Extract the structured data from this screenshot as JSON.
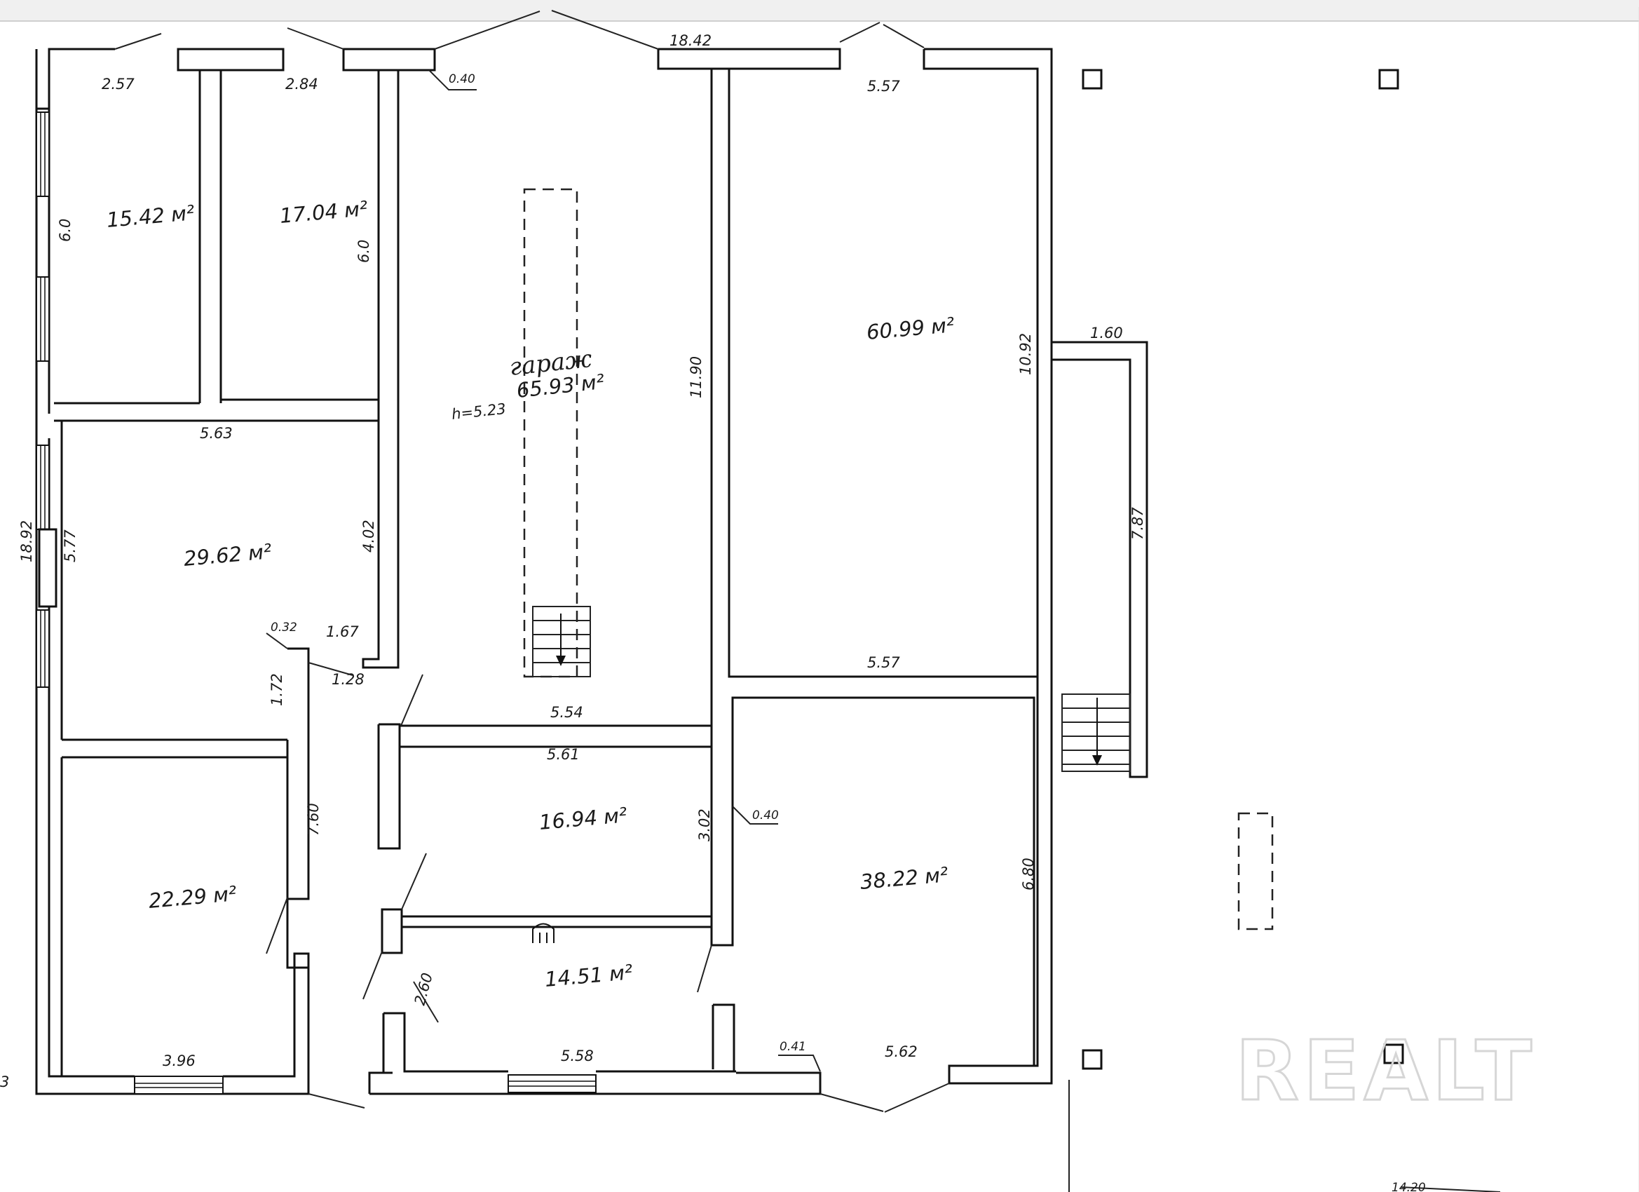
{
  "plan": {
    "garage": {
      "name": "гараж",
      "area": "65.93 м²",
      "height": "h=5.23"
    },
    "rooms": {
      "r1": "15.42 м²",
      "r2": "17.04 м²",
      "r3": "29.62 м²",
      "r4": "22.29 м²",
      "r5": "60.99 м²",
      "r6": "16.94 м²",
      "r7": "14.51 м²",
      "r8": "38.22 м²"
    },
    "dims": {
      "d_257": "2.57",
      "d_284": "2.84",
      "d_040a": "0.40",
      "d_1842": "18.42",
      "d_557a": "5.57",
      "d_60a": "6.0",
      "d_60b": "6.0",
      "d_1190": "11.90",
      "d_1092": "10.92",
      "d_160": "1.60",
      "d_563": "5.63",
      "d_1892": "18.92",
      "d_577": "5.77",
      "d_402": "4.02",
      "d_032": "0.32",
      "d_167": "1.67",
      "d_128": "1.28",
      "d_172": "1.72",
      "d_787": "7.87",
      "d_557b": "5.57",
      "d_554": "5.54",
      "d_561": "5.61",
      "d_302": "3.02",
      "d_040b": "0.40",
      "d_760": "7.60",
      "d_680": "6.80",
      "d_260": "2.60",
      "d_396": "3.96",
      "d_558": "5.58",
      "d_041": "0.41",
      "d_562": "5.62",
      "d_1420": "14.20",
      "d_edge": "3"
    },
    "watermark": "REALT"
  }
}
